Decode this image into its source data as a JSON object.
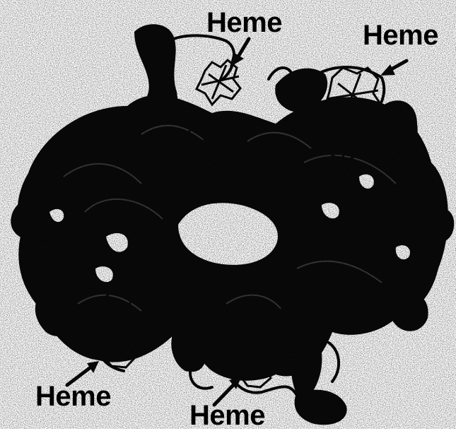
{
  "figure": {
    "subject": "hemoglobin-ribbon-structure",
    "colors": {
      "ribbon": "#0a0a0a",
      "background": "#ffffff",
      "label": "#000000"
    }
  },
  "labels": {
    "top_center": "Heme",
    "top_right": "Heme",
    "bottom_left": "Heme",
    "bottom_center": "Heme"
  }
}
